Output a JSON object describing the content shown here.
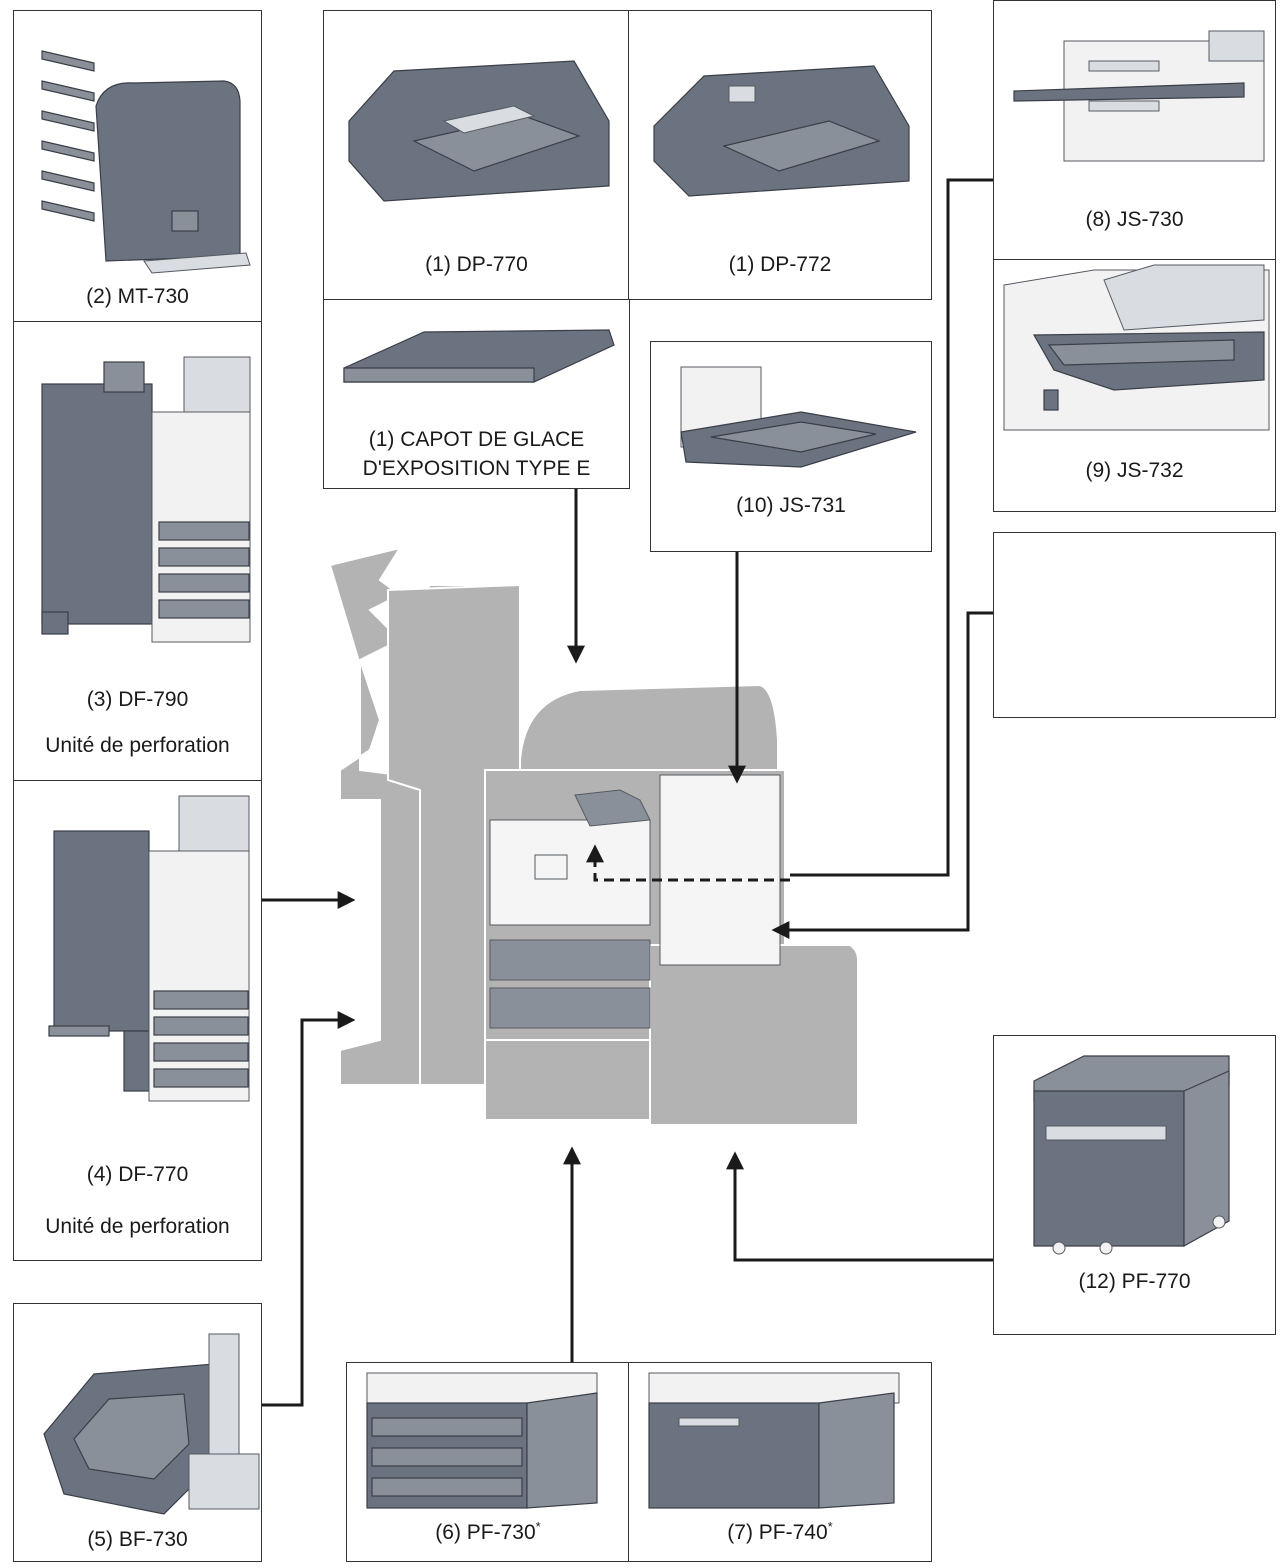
{
  "labels": {
    "dp770": "(1) DP-770",
    "dp772": "(1) DP-772",
    "capot_line1": "(1) CAPOT DE GLACE",
    "capot_line2": "D'EXPOSITION TYPE E",
    "mt730": "(2) MT-730",
    "df790": "(3) DF-790",
    "df790_sub": "Unité de perforation",
    "df770": "(4) DF-770",
    "df770_sub": "Unité de perforation",
    "bf730": "(5) BF-730",
    "pf730": "(6) PF-730",
    "pf740": "(7) PF-740",
    "asterisk": "*",
    "js730": "(8) JS-730",
    "js732": "(9) JS-732",
    "js731": "(10) JS-731",
    "pf770": "(12) PF-770"
  },
  "colors": {
    "device": "#6b7280",
    "silhouette": "#b3b3b3",
    "frame": "#333333",
    "arrow": "#1a1a1a"
  }
}
